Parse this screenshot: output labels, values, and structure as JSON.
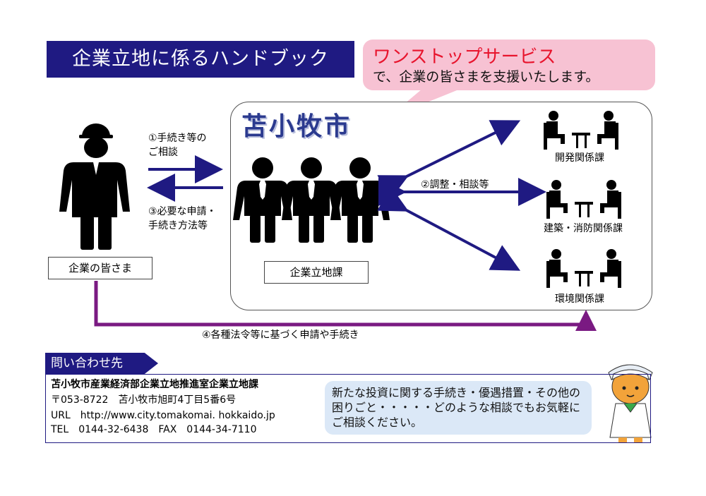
{
  "title": "企業立地に係るハンドブック",
  "bubble": {
    "headline": "ワンストップサービス",
    "subtext": "で、企業の皆さまを支援いたします。",
    "headline_color": "#e8142d",
    "background": "#f7c2d3"
  },
  "city_name": "苫小牧市",
  "client_label": "企業の皆さま",
  "department_label": "企業立地課",
  "steps": {
    "step1": [
      "①手続き等の",
      "ご相談"
    ],
    "step2": "②調整・相談等",
    "step3": [
      "③必要な申請・",
      "手続き方法等"
    ],
    "step4": "④各種法令等に基づく申請や手続き"
  },
  "related_departments": [
    "開発関係課",
    "建築・消防関係課",
    "環境関係課"
  ],
  "contact": {
    "heading": "問い合わせ先",
    "office": "苫小牧市産業経済部企業立地推進室企業立地課",
    "address": "〒053-8722　苫小牧市旭町4丁目5番6号",
    "url": "URL　http://www.city.tomakomai. hokkaido.jp",
    "phone_fax": "TEL　0144-32-6438　FAX　0144-34-7110"
  },
  "notice": "新たな投資に関する手続き・優遇措置・その他の困りごと・・・・・どのような相談でもお気軽にご相談ください。",
  "colors": {
    "navy": "#1f1a82",
    "purple_line": "#7a1a82",
    "city_blue": "#2b3a8f",
    "notice_bg": "#dbe8f7"
  }
}
